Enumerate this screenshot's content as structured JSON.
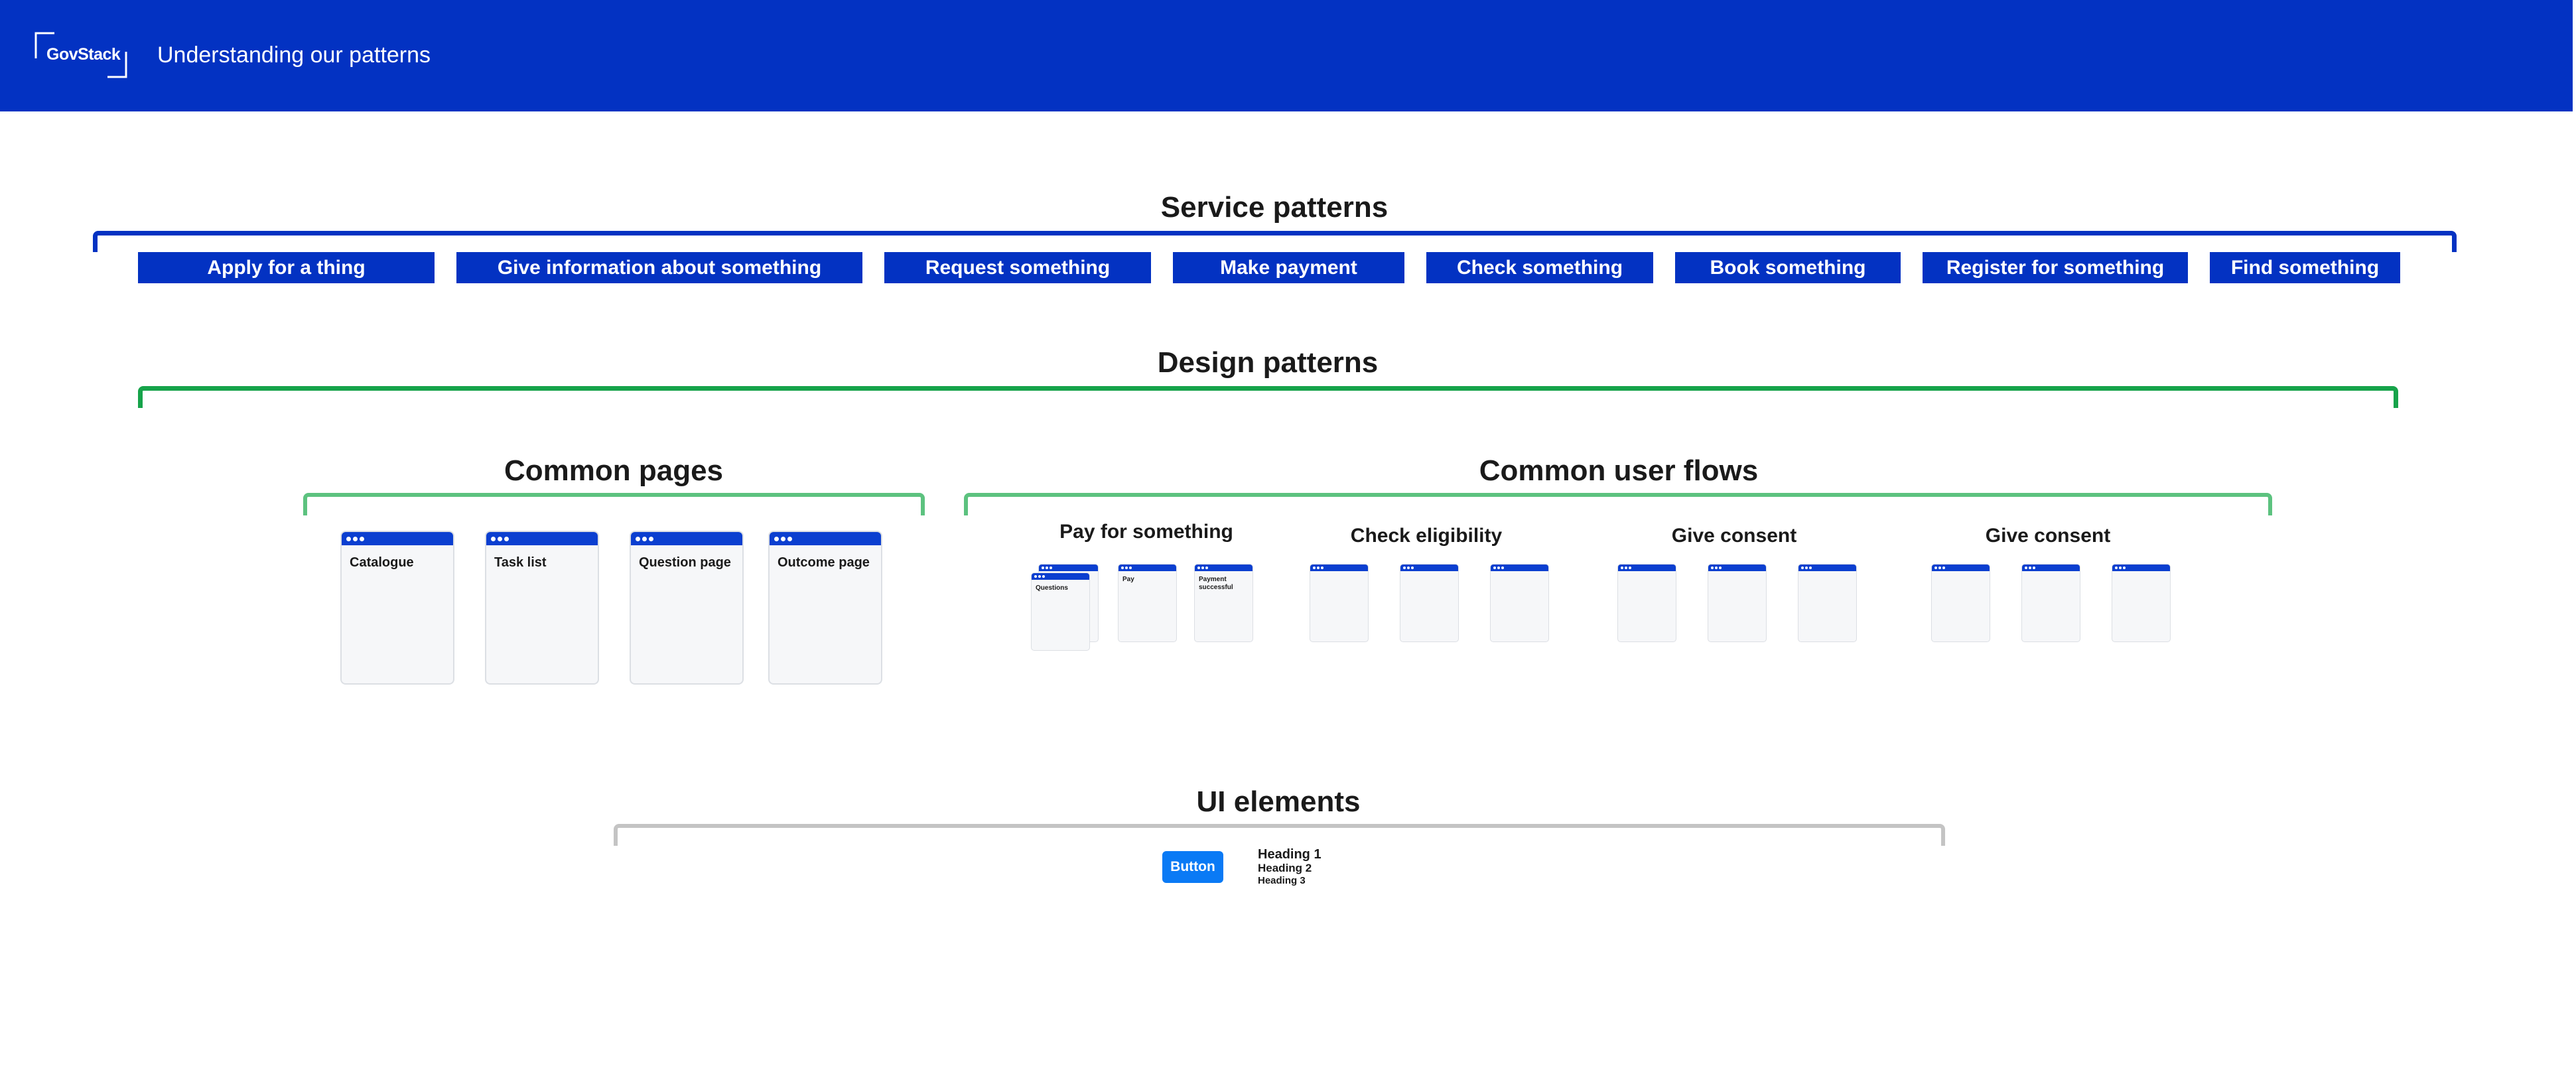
{
  "header": {
    "logo_text": "GovStack",
    "title": "Understanding our patterns",
    "background": "#0332c2"
  },
  "service_patterns": {
    "title": "Service patterns",
    "bracket_color": "#0332c2",
    "items": [
      "Apply for a thing",
      "Give information about something",
      "Request something",
      "Make payment",
      "Check something",
      "Book something",
      "Register for something",
      "Find something"
    ]
  },
  "design_patterns": {
    "title": "Design patterns",
    "bracket_color": "#16a34a"
  },
  "common_pages": {
    "title": "Common pages",
    "bracket_color": "#5cc27f",
    "pages": [
      "Catalogue",
      "Task list",
      "Question page",
      "Outcome page"
    ]
  },
  "common_user_flows": {
    "title": "Common user flows",
    "bracket_color": "#5cc27f",
    "flows": [
      {
        "title": "Pay for something",
        "screens": [
          "Questions",
          "Pay",
          "Payment successful"
        ]
      },
      {
        "title": "Check eligibility",
        "screens": [
          "",
          "",
          ""
        ]
      },
      {
        "title": "Give consent",
        "screens": [
          "",
          "",
          ""
        ]
      },
      {
        "title": "Give consent",
        "screens": [
          "",
          "",
          ""
        ]
      }
    ]
  },
  "ui_elements": {
    "title": "UI elements",
    "bracket_color": "#c4c4c4",
    "button_label": "Button",
    "button_color": "#0a7af5",
    "headings": [
      "Heading 1",
      "Heading 2",
      "Heading 3"
    ]
  }
}
